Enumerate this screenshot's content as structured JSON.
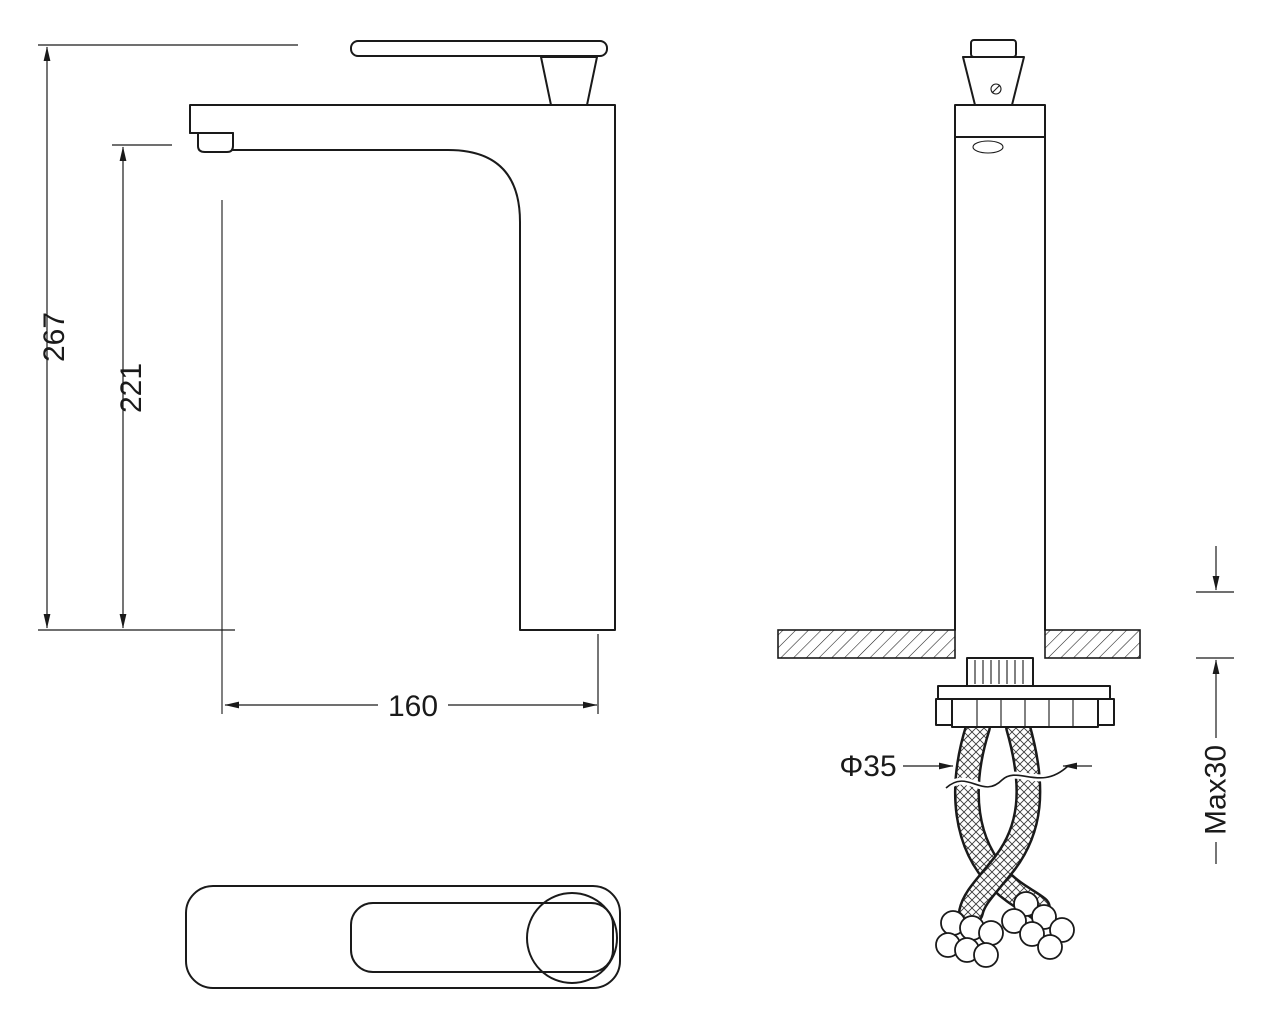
{
  "drawing": {
    "labels": {
      "overall_height": "267",
      "spout_height": "221",
      "spout_reach": "160",
      "hole_diameter": "Φ35",
      "max_deck_thickness": "Max30"
    },
    "colors": {
      "line": "#1a1a1a",
      "background": "#ffffff"
    }
  }
}
